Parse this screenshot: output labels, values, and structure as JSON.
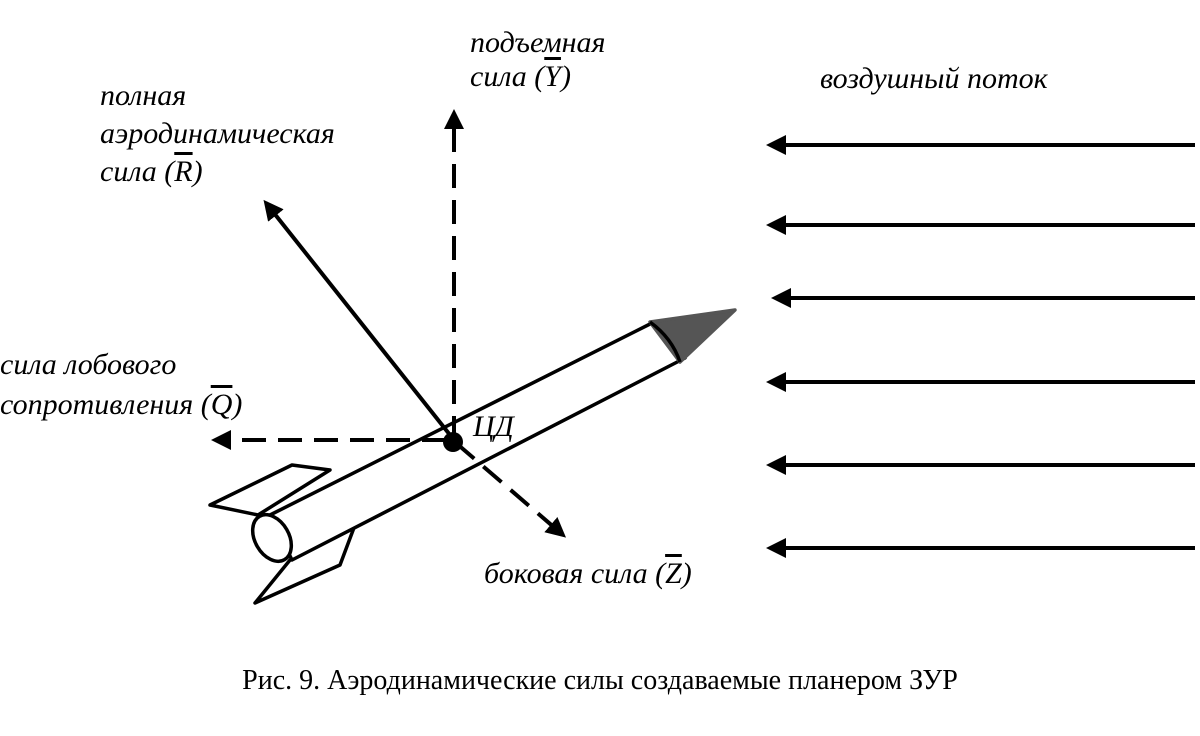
{
  "labels": {
    "lift": {
      "line1": "подъемная",
      "line2_prefix": "сила (",
      "symbol": "Y",
      "suffix": ")"
    },
    "total": {
      "line1": "полная",
      "line2": "аэродинамическая",
      "line3_prefix": "сила (",
      "symbol": "R",
      "suffix": ")"
    },
    "drag": {
      "line1": "сила лобового",
      "line2_prefix": "сопротивления (",
      "symbol": "Q",
      "suffix": ")"
    },
    "side": {
      "prefix": "боковая сила (",
      "symbol": "Z",
      "suffix": ")"
    },
    "center": "ЦД",
    "airflow": "воздушный поток"
  },
  "caption": "Рис. 9. Аэродинамические силы создаваемые планером ЗУР",
  "colors": {
    "ink": "#000000",
    "nose_fill": "#555555",
    "background": "#ffffff"
  }
}
